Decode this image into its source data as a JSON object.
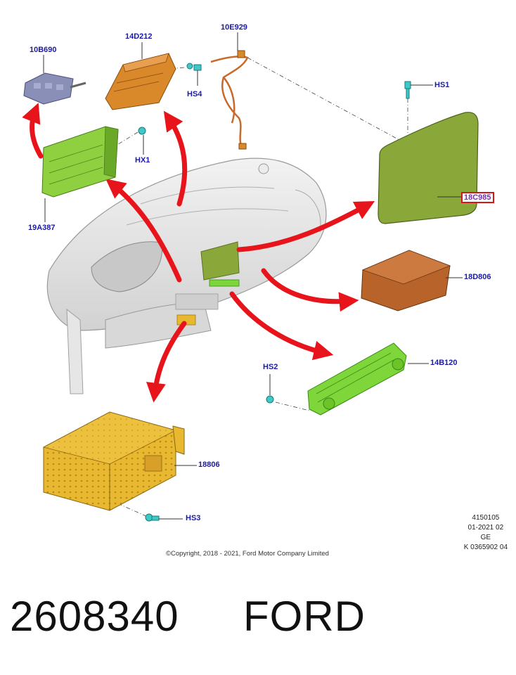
{
  "labels": {
    "l_10B690": "10B690",
    "l_14D212": "14D212",
    "l_10E929": "10E929",
    "l_HS1": "HS1",
    "l_HS4": "HS4",
    "l_HX1": "HX1",
    "l_19A387": "19A387",
    "l_18C985": "18C985",
    "l_18D806": "18D806",
    "l_14B120": "14B120",
    "l_HS2": "HS2",
    "l_18806": "18806",
    "l_HS3": "HS3"
  },
  "meta": {
    "line1": "4150105",
    "line2": "01-2021 02",
    "line3": "GE",
    "line4": "K 0365902 04"
  },
  "copyright": "©Copyright, 2018 - 2021, Ford Motor Company Limited",
  "part_number": "2608340",
  "brand": "FORD",
  "colors": {
    "arrow": "#e8141c",
    "label": "#1a1aa8",
    "highlight_box": "#d01818",
    "green_display": "#8aa83a",
    "green_module": "#7ed63a",
    "orange_module": "#d9892a",
    "brown_module": "#b8632a",
    "yellow_module": "#e8b830",
    "grey_module": "#8a8fb8",
    "fastener": "#3fc8c8"
  }
}
